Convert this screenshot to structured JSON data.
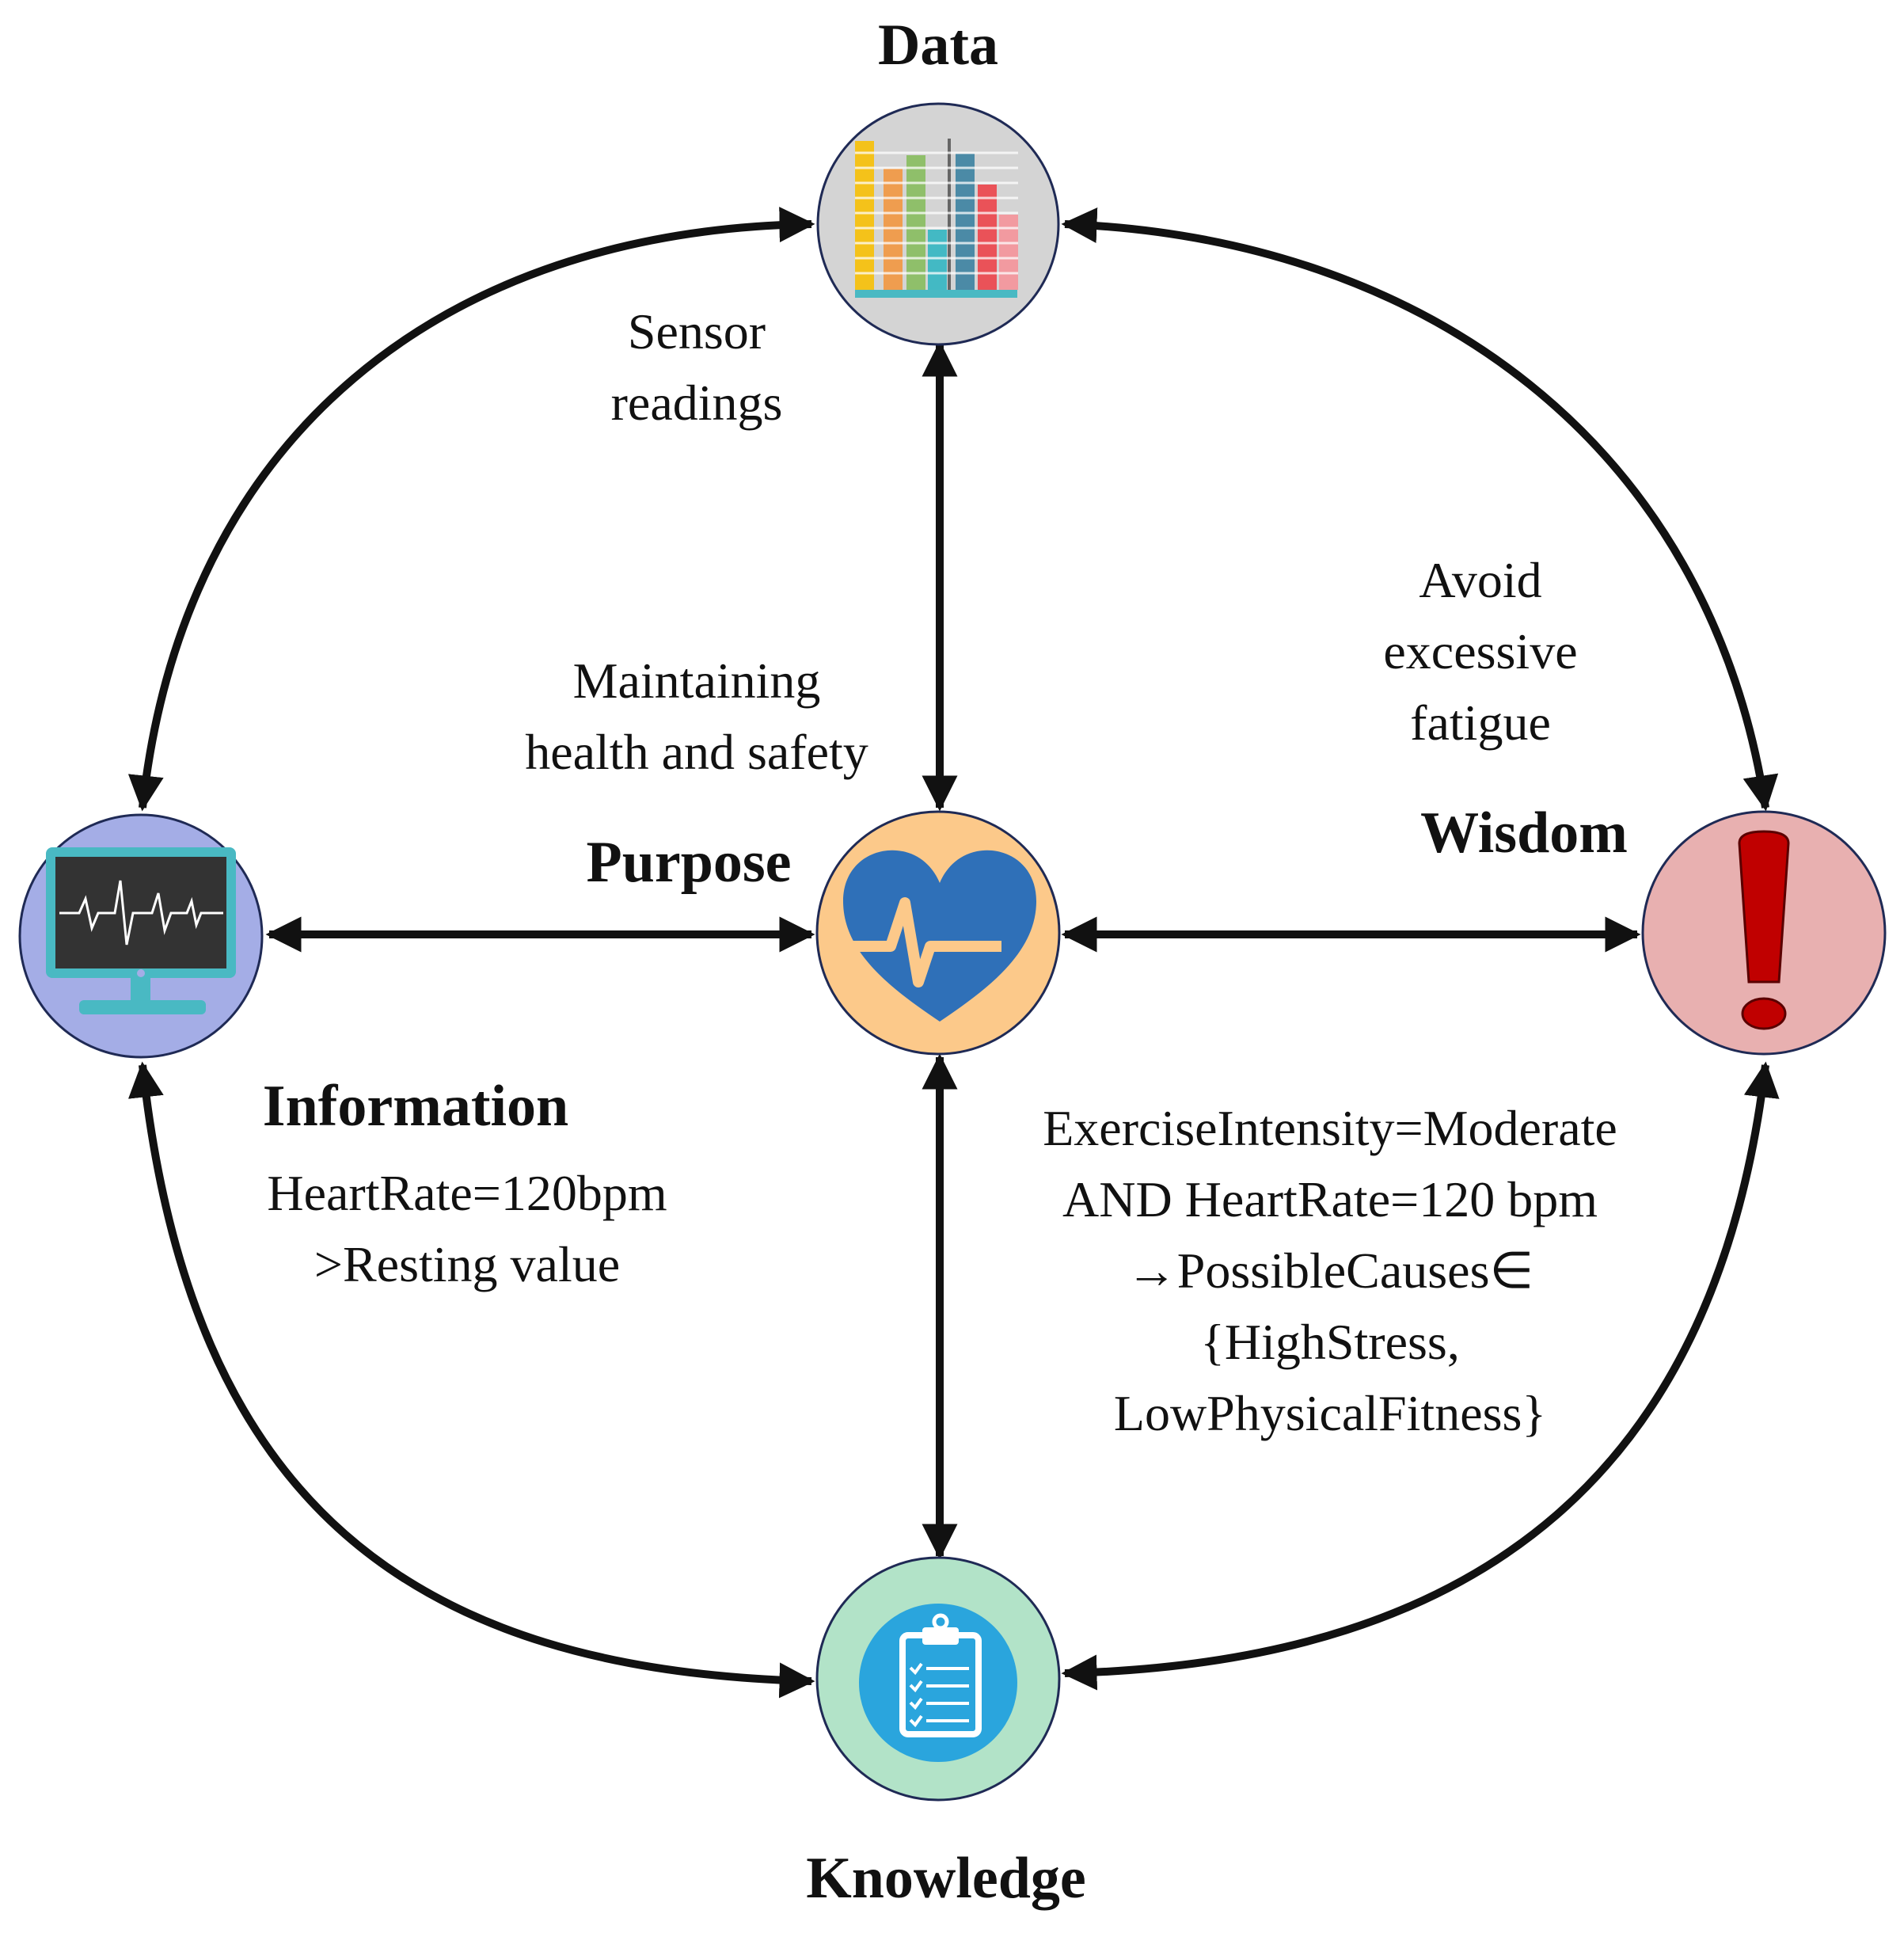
{
  "nodes": {
    "data": {
      "title": "Data",
      "fill": "#d4d4d4"
    },
    "information": {
      "title": "Information",
      "fill": "#a4ade6"
    },
    "purpose": {
      "title": "Purpose",
      "fill": "#fcc98a"
    },
    "wisdom": {
      "title": "Wisdom",
      "fill": "#e8b0b0"
    },
    "knowledge": {
      "title": "Knowledge",
      "fill": "#b2e3c8"
    }
  },
  "annotations": {
    "sensor": [
      "Sensor",
      "readings"
    ],
    "maintaining": [
      "Maintaining",
      "health and safety"
    ],
    "avoid": [
      "Avoid",
      "excessive",
      "fatigue"
    ],
    "heartrate": [
      "HeartRate=120bpm",
      ">Resting value"
    ],
    "rule": [
      "ExerciseIntensity=Moderate",
      "AND HeartRate=120 bpm",
      "→PossibleCauses∈",
      "{HighStress,",
      "LowPhysicalFitness}"
    ]
  },
  "icons": {
    "data": "bar-chart-icon",
    "information": "monitor-heartbeat-icon",
    "purpose": "heart-pulse-icon",
    "wisdom": "exclamation-icon",
    "knowledge": "clipboard-checklist-icon"
  },
  "colors": {
    "stroke": "#111111",
    "alert": "#c00000",
    "heart": "#2f70b8",
    "clipboard": "#2aa5dd",
    "screen": "#333333"
  }
}
